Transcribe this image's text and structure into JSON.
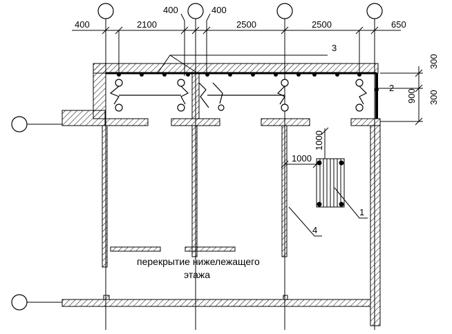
{
  "dimensions": {
    "top": [
      "400",
      "2100",
      "400",
      "400",
      "2500",
      "2500",
      "650"
    ],
    "right": [
      "300",
      "900",
      "300"
    ],
    "radiator_height": "1000",
    "radiator_offset": "1000"
  },
  "callouts": {
    "radiator": "1",
    "riser": "2",
    "supply_main": "3",
    "wall": "4"
  },
  "notes": {
    "line1": "перекрытие нижележащего",
    "line2": "этажа"
  },
  "colors": {
    "line": "#000000",
    "hatch": "#000000",
    "background": "#ffffff"
  }
}
